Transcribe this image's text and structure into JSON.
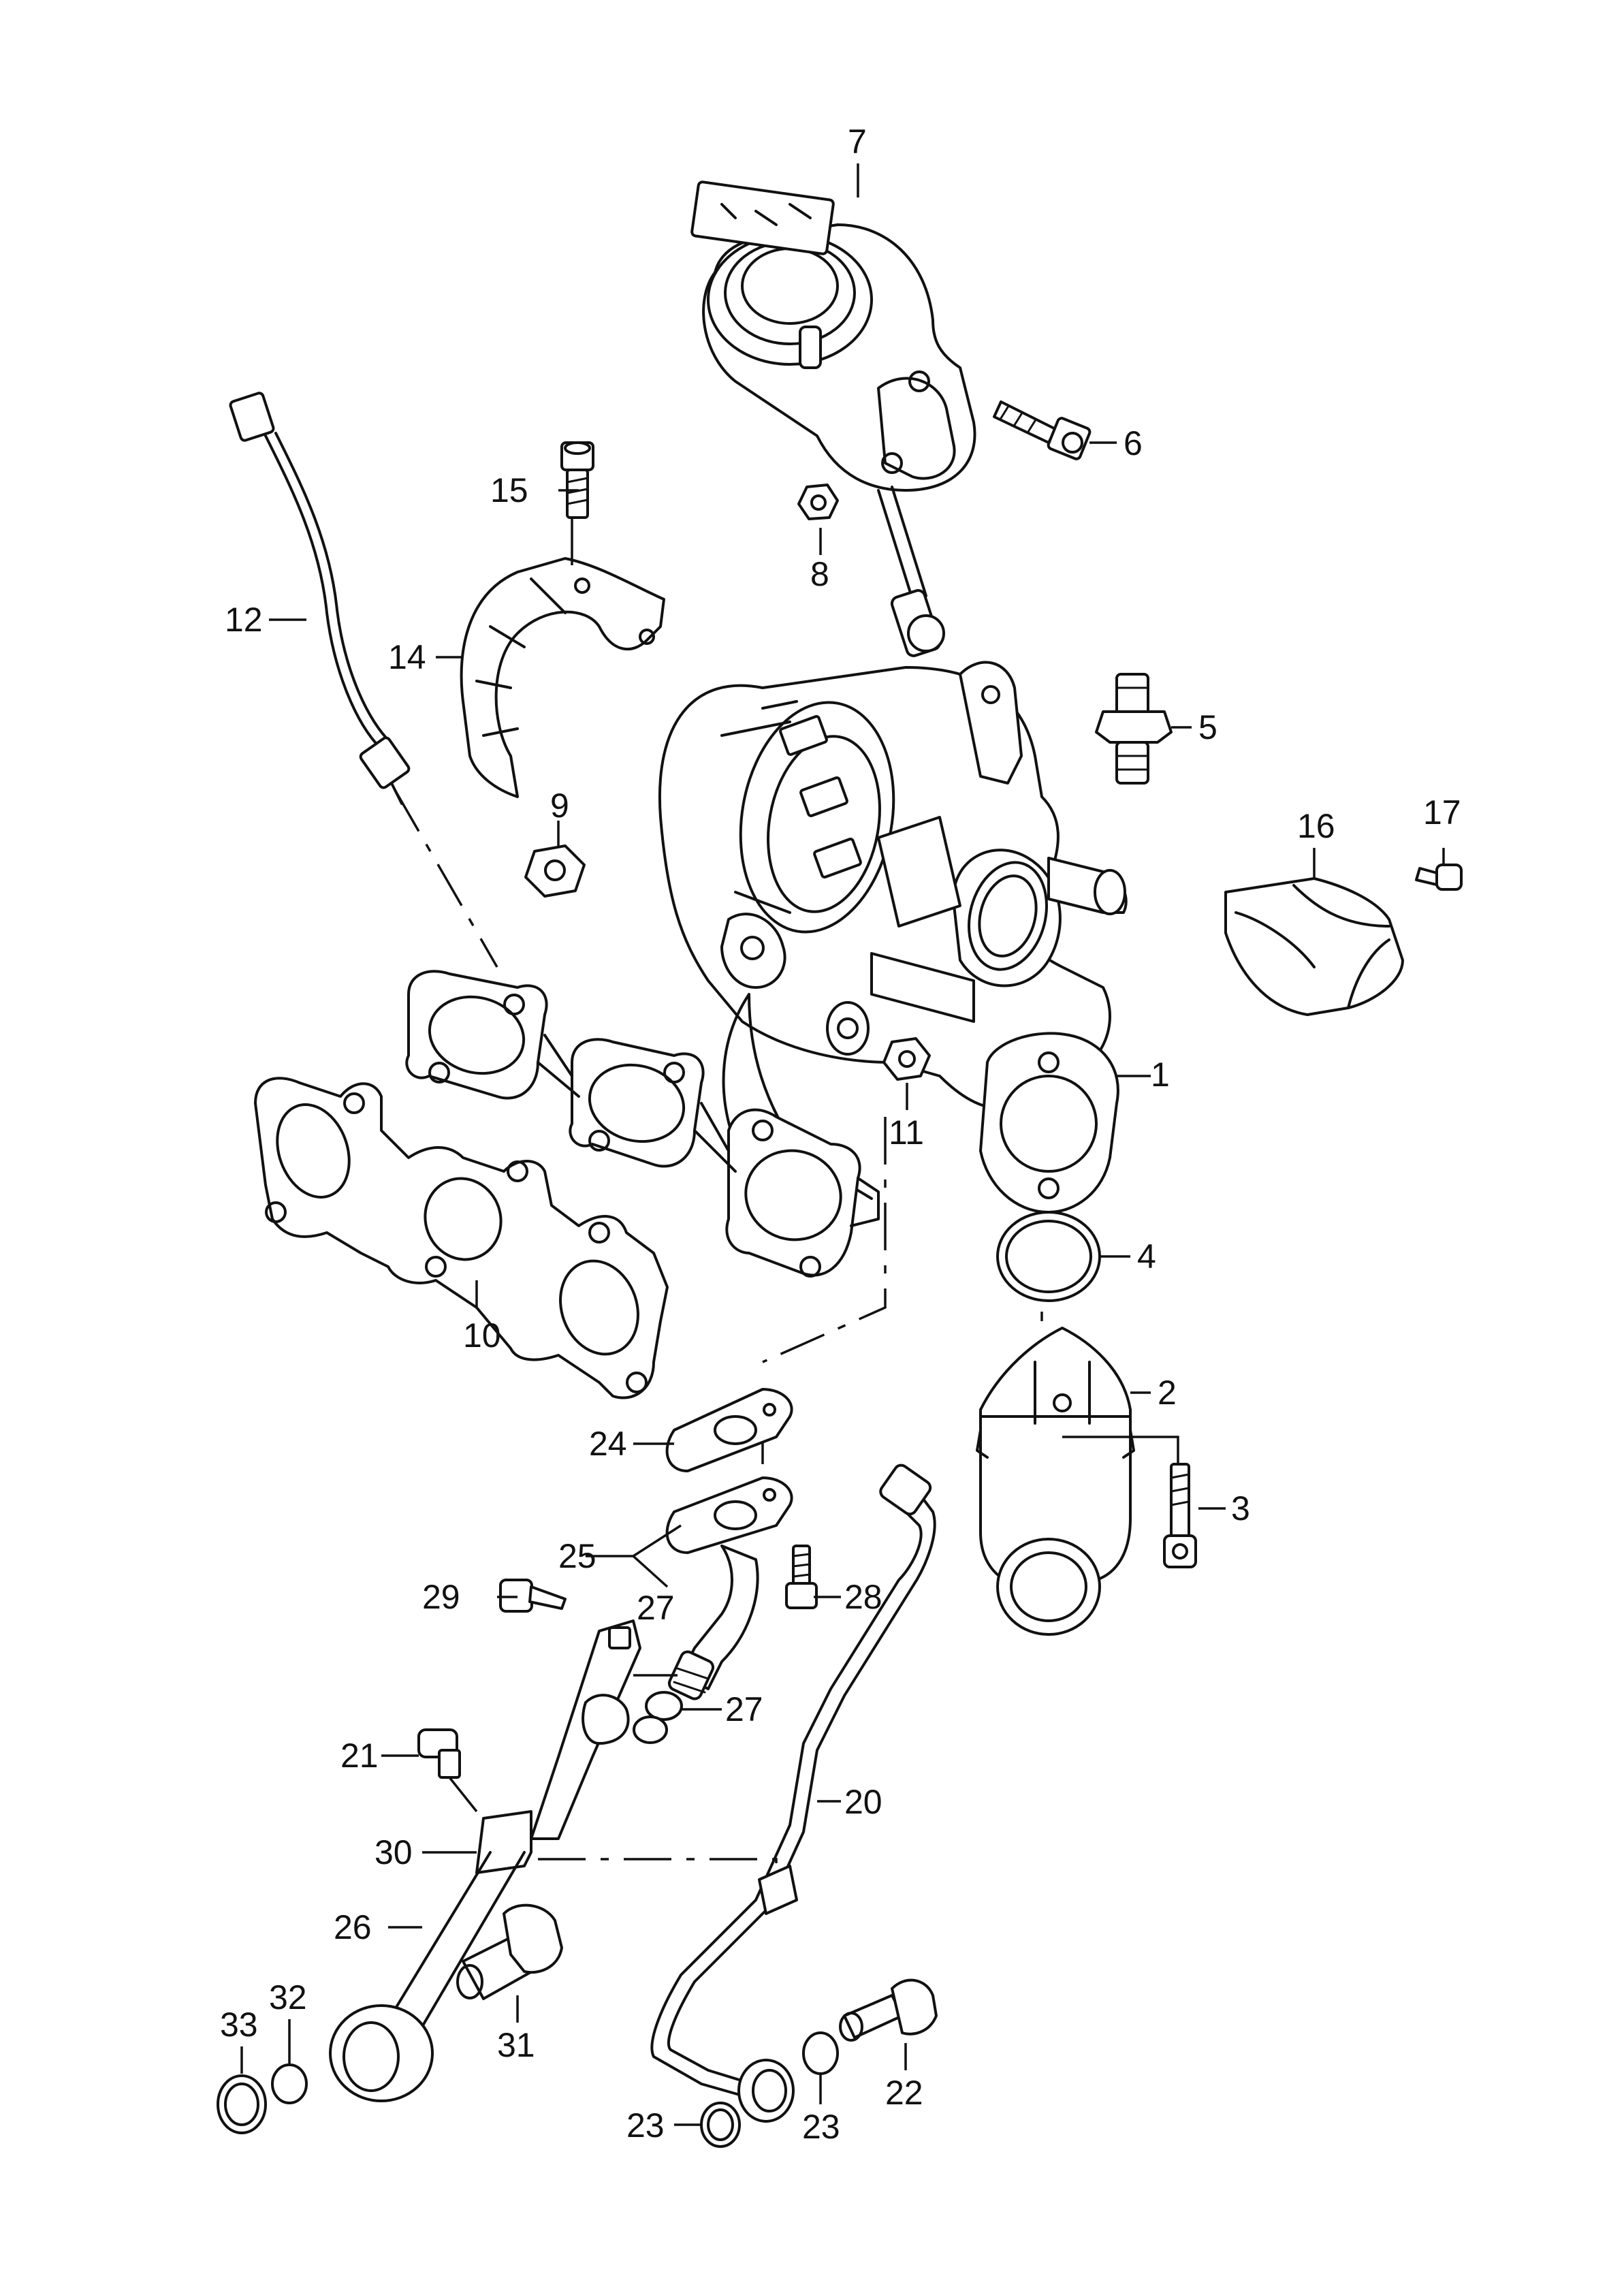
{
  "callouts": [
    {
      "id": "c1",
      "label": "1"
    },
    {
      "id": "c2",
      "label": "2"
    },
    {
      "id": "c3",
      "label": "3"
    },
    {
      "id": "c4",
      "label": "4"
    },
    {
      "id": "c5",
      "label": "5"
    },
    {
      "id": "c6",
      "label": "6"
    },
    {
      "id": "c7",
      "label": "7"
    },
    {
      "id": "c8",
      "label": "8"
    },
    {
      "id": "c9",
      "label": "9"
    },
    {
      "id": "c10",
      "label": "10"
    },
    {
      "id": "c11",
      "label": "11"
    },
    {
      "id": "c12",
      "label": "12"
    },
    {
      "id": "c14",
      "label": "14"
    },
    {
      "id": "c15",
      "label": "15"
    },
    {
      "id": "c16",
      "label": "16"
    },
    {
      "id": "c17",
      "label": "17"
    },
    {
      "id": "c20",
      "label": "20"
    },
    {
      "id": "c21",
      "label": "21"
    },
    {
      "id": "c22",
      "label": "22"
    },
    {
      "id": "c23a",
      "label": "23"
    },
    {
      "id": "c23b",
      "label": "23"
    },
    {
      "id": "c24",
      "label": "24"
    },
    {
      "id": "c25",
      "label": "25"
    },
    {
      "id": "c26",
      "label": "26"
    },
    {
      "id": "c27a",
      "label": "27"
    },
    {
      "id": "c27b",
      "label": "27"
    },
    {
      "id": "c28",
      "label": "28"
    },
    {
      "id": "c29",
      "label": "29"
    },
    {
      "id": "c30",
      "label": "30"
    },
    {
      "id": "c31",
      "label": "31"
    },
    {
      "id": "c32",
      "label": "32"
    },
    {
      "id": "c33",
      "label": "33"
    }
  ]
}
